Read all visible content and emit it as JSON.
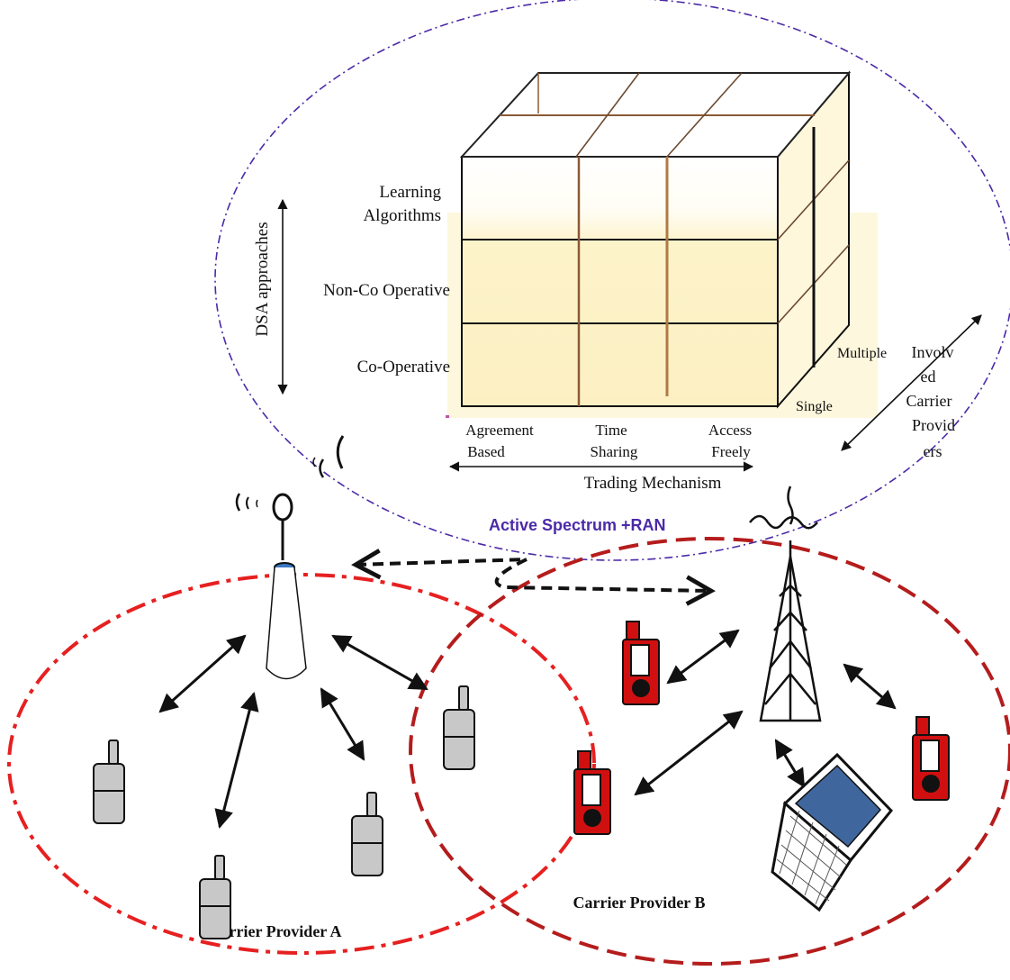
{
  "colors": {
    "spectrum_ellipse": "#4b2aa8",
    "provider_a_ellipse": "#e62020",
    "provider_b_ellipse": "#b51c1c",
    "cube_face": "#fdf3c9",
    "cube_edge": "#111111",
    "cube_inner_line": "#8a5a36",
    "phone_gray": "#c8c8c8",
    "phone_red": "#d01010",
    "laptop_screen": "#3f679e",
    "title_blue": "#4b2aa8"
  },
  "cube": {
    "dsa_axis_label": "DSA approaches",
    "rows": [
      "Learning Algorithms",
      "Non-Co Operative",
      "Co-Operative"
    ],
    "rows_display": [
      [
        "Learning",
        "Algorithms"
      ],
      [
        "Non-Co Operative"
      ],
      [
        "Co-Operative"
      ]
    ],
    "columns": [
      [
        "Agreement",
        "Based"
      ],
      [
        "Time",
        "Sharing"
      ],
      [
        "Access",
        "Freely"
      ]
    ],
    "trading_axis_label": "Trading Mechanism",
    "depth_levels": [
      "Multiple",
      "Single"
    ],
    "depth_axis_label": [
      "Involv",
      "ed",
      "Carrier",
      "Provid",
      "ers"
    ]
  },
  "spectrum_title": "Active Spectrum +RAN",
  "providers": {
    "a_label": "Carrier Provider A",
    "b_label": "Carrier Provider B"
  },
  "icons": {
    "tower_a": "antenna-tower-icon",
    "tower_b": "lattice-tower-icon",
    "phone": "mobile-phone-icon",
    "laptop": "laptop-icon",
    "signal": "radio-waves-icon"
  }
}
